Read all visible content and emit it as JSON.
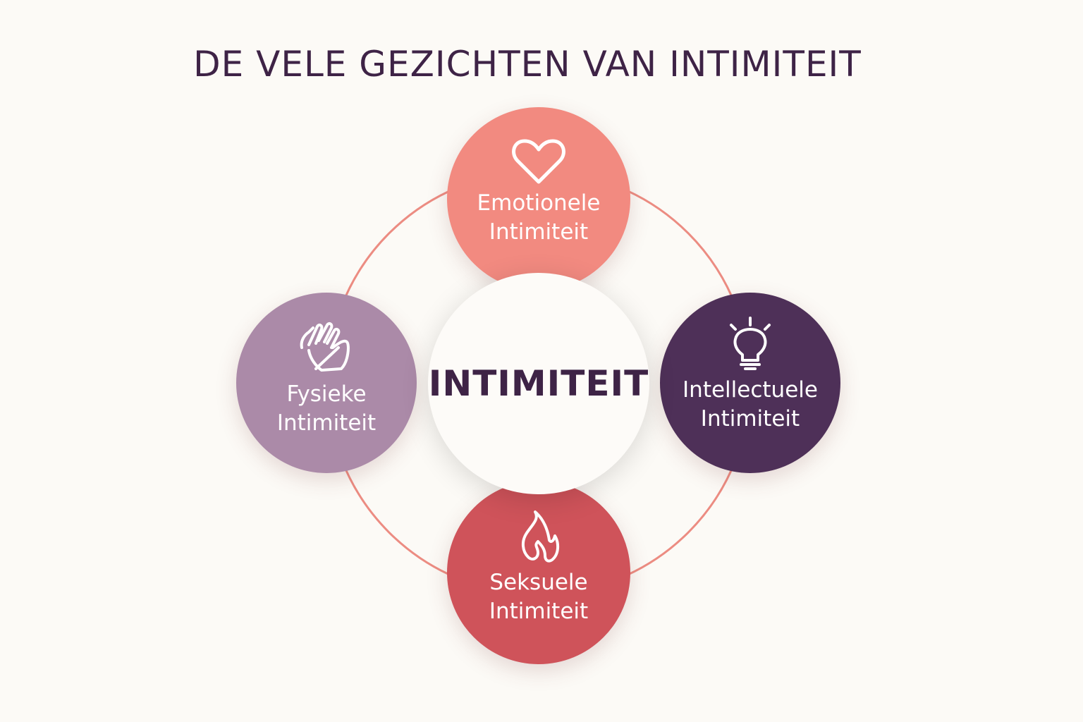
{
  "title": "DE VELE GEZICHTEN VAN INTIMITEIT",
  "center": {
    "label": "INTIMITEIT",
    "color": "#fdfbf8",
    "text_color": "#3e2346"
  },
  "nodes": [
    {
      "id": "emotional",
      "line1": "Emotionele",
      "line2": "Intimiteit",
      "icon": "heart-icon",
      "color": "#f28a80",
      "position": "top"
    },
    {
      "id": "physical",
      "line1": "Fysieke",
      "line2": "Intimiteit",
      "icon": "hand-icon",
      "color": "#ab8aa8",
      "position": "left"
    },
    {
      "id": "intellectual",
      "line1": "Intellectuele",
      "line2": "Intimiteit",
      "icon": "lightbulb-icon",
      "color": "#4e3058",
      "position": "right"
    },
    {
      "id": "sexual",
      "line1": "Seksuele",
      "line2": "Intimiteit",
      "icon": "flame-icon",
      "color": "#cf535a",
      "position": "bottom"
    }
  ],
  "orbit_color": "#ec8c82"
}
